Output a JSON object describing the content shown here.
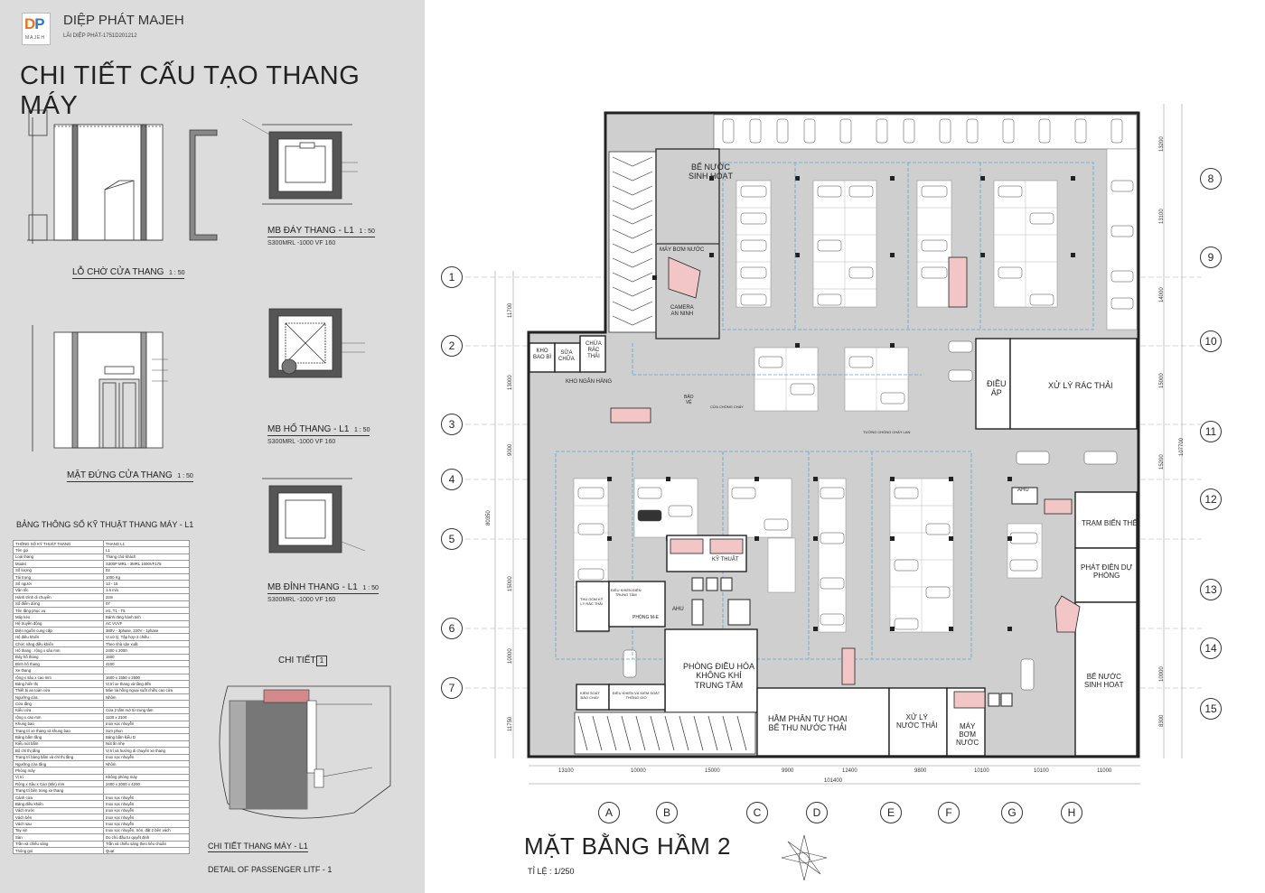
{
  "brand": {
    "logo": "DP",
    "logo_sub": "MAJEH",
    "name": "DIỆP PHÁT MAJEH",
    "subtitle": "LÃI DIỆP PHÁT-1751D201212"
  },
  "main_title": "CHI TIẾT CẤU TẠO THANG MÁY",
  "drawings": {
    "lo_cho": "LỖ CHỜ CỬA THANG",
    "lo_cho_scale": "1 : 50",
    "mat_dung": "MẶT ĐỨNG CỬA THANG",
    "mat_dung_scale": "1 : 50",
    "day": "MB ĐÁY THANG - L1",
    "day_scale": "1 : 50",
    "day_sub": "S300MRL -1000 VF 160",
    "ho": "MB HỐ THANG - L1",
    "ho_scale": "1 : 50",
    "ho_sub": "S300MRL -1000 VF 160",
    "dinh": "MB ĐỈNH THANG - L1",
    "dinh_scale": "1 : 50",
    "dinh_sub": "S300MRL -1000 VF 160",
    "chi_tiet": "CHI TIẾT",
    "chi_tiet_no": "1",
    "chi_tiet_caption": "CHI TIẾT THANG MÁY - L1",
    "chi_tiet_caption_en": "DETAIL OF PASSENGER LITF - 1"
  },
  "spec": {
    "title": "BẢNG THÔNG SỐ KỸ THUẬT THANG MÁY - L1",
    "rows": [
      [
        "THÔNG SỐ KỸ THUẬT THANG",
        "THANG L1"
      ],
      [
        "Tên gọi",
        "L1"
      ],
      [
        "Loại thang",
        "Thang chở khách"
      ],
      [
        "Model",
        "S300P MRL - 3MRL 1000VF175"
      ],
      [
        "Số lượng",
        "02"
      ],
      [
        "Tải trọng",
        "1000 Kg"
      ],
      [
        "Số người",
        "13 - 15"
      ],
      [
        "Vận tốc",
        "1.6 m/s"
      ],
      [
        "Hành trình di chuyển",
        "22m"
      ],
      [
        "Số điểm dừng",
        "07"
      ],
      [
        "Tên tầng phục vụ",
        "H1, T1 - T5"
      ],
      [
        "Máy kéo",
        "Bánh răng hành tinh"
      ],
      [
        "Hệ truyền động",
        "AC VVVF"
      ],
      [
        "Điện nguồn cung cấp",
        "380V - 3phase, 220V - 1phase"
      ],
      [
        "Hệ điều khiển",
        "Vi xử lý, Tập hợp 2 chiều"
      ],
      [
        "Chức năng điều khiển",
        "Theo nhà sản xuất"
      ],
      [
        "Hố thang : rộng x sâu     mm",
        "2400 x 2000"
      ],
      [
        "Đáy hố thang",
        "1500"
      ],
      [
        "Đỉnh hố thang",
        "4100"
      ],
      [
        "Xe thang",
        ""
      ],
      [
        "rộng x sâu x cao          mm",
        "1600 x 1550 x 2500"
      ],
      [
        "Bảng hiển thị",
        "Vị trí xe thang và tầng đến"
      ],
      [
        "Thiết bị an toàn cửa",
        "Màn tia hồng ngoại suốt chiều cao cửa"
      ],
      [
        "Ngưỡng cửa",
        "Nhôm"
      ],
      [
        "Cửa tầng",
        ""
      ],
      [
        "Kiểu cửa",
        "Cửa 2 tấm mở từ trung tâm"
      ],
      [
        "rộng x cao               mm",
        "1100 x 2100"
      ],
      [
        "Khung bao",
        "Inox sọc nhuyễn"
      ],
      [
        "Trang trí xe thang và khung bao",
        "Sơn phun"
      ],
      [
        "Bảng bấm tầng",
        "Bảng bấm kiểu D"
      ],
      [
        "Kiểu nút bấm",
        "Nút ấn nhẹ"
      ],
      [
        "Bộ chỉ thị tầng",
        "Vị trí và hướng di chuyển xe thang"
      ],
      [
        "Trang trí bảng bấm và chỉ thị tầng",
        "Inox sọc nhuyễn"
      ],
      [
        "Ngưỡng cửa tầng",
        "Nhôm"
      ],
      [
        "Phòng máy",
        ""
      ],
      [
        "Vị trí",
        "Không phòng máy"
      ],
      [
        "Rộng x Sâu x Cao (Min)    mm",
        "2400 x 2000 x 4200"
      ],
      [
        "Trang trí bên trong xe thang",
        ""
      ],
      [
        "Cánh cửa",
        "Inox sọc nhuyễn"
      ],
      [
        "Bảng điều khiển",
        "Inox sọc nhuyễn"
      ],
      [
        "Vách trước",
        "Inox sọc nhuyễn"
      ],
      [
        "Vách bên",
        "Inox sọc nhuyễn"
      ],
      [
        "Vách sau",
        "Inox sọc nhuyễn"
      ],
      [
        "Tay vịn",
        "Inox sọc nhuyễn, tròn, đặt 2 bên vách"
      ],
      [
        "Sàn",
        "Do chủ đầu tư quyết định"
      ],
      [
        "Trần và chiếu sáng",
        "Trần và chiếu sáng theo tiêu chuẩn"
      ],
      [
        "Thông gió",
        "Quạt"
      ]
    ]
  },
  "plan": {
    "title": "MẶT BẰNG HẦM 2",
    "scale": "TỈ LỆ :  1/250",
    "grid_left": [
      "1",
      "2",
      "3",
      "4",
      "5",
      "6",
      "7"
    ],
    "grid_right": [
      "8",
      "9",
      "10",
      "11",
      "12",
      "13",
      "14",
      "15"
    ],
    "grid_bottom": [
      "A",
      "B",
      "C",
      "D",
      "E",
      "F",
      "G",
      "H"
    ],
    "dims_bottom": [
      "13100",
      "10000",
      "15000",
      "9900",
      "12400",
      "9800",
      "10100",
      "10100",
      "11000"
    ],
    "dim_total": "101400",
    "dims_left": [
      "11700",
      "13000",
      "9000",
      "15000",
      "10000",
      "11750"
    ],
    "dim_left_total": "80350",
    "dims_right": [
      "13200",
      "13100",
      "14000",
      "15000",
      "15200",
      "10000",
      "8300"
    ],
    "dim_right_total": "107700",
    "rooms": {
      "be_nuoc_top": "BỂ NƯỚC\nSINH HOẠT",
      "may_bom_top": "MÁY BƠM NƯỚC",
      "camera": "CAMERA\nAN NINH",
      "kho_bao_bi": "KHO\nBAO BÌ",
      "sua_chua": "SỬA\nCHỮA",
      "chua_rac": "CHỨA\nRÁC\nTHẢI",
      "kho_ngan_hang": "KHO NGÂN HÀNG",
      "bao_ve": "BẢO\nVỆ",
      "dieu_ap": "ĐIỀU\nÁP",
      "xu_ly_rac": "XỬ LÝ RÁC THẢI",
      "ahu_right": "AHU",
      "tram_bien_the": "TRẠM BIẾN THẾ",
      "phat_dien": "PHÁT ĐIỆN DỰ\nPHÒNG",
      "be_nuoc_right": "BỂ NƯỚC\nSINH HOẠT",
      "ky_thuat": "KỸ THUẬT",
      "thu_gom": "THU GOM KỸ\nLÝ RÁC THẢI",
      "dieu_khien_dien": "ĐIỀU KHIỂN ĐIỆN\nTRUNG TÂM",
      "phong_me": "PHÒNG M-E",
      "ahu_mid": "AHU",
      "phong_dieu_hoa": "PHÒNG ĐIỀU HÒA\nKHÔNG KHÍ\nTRUNG TÂM",
      "kiem_soat": "KIỂM SOÁT\nBÁO CHÁY",
      "dieu_khien_thong_gio": "ĐIỀU KHIỂN VÀ KIỂM SOÁT\nTHÔNG GIÓ",
      "ham_phan": "HẦM PHÂN TỰ HOẠI\nBỂ THU NƯỚC THẢI",
      "xu_ly_nuoc": "XỬ LÝ\nNƯỚC THẢI",
      "may_bom_bottom": "MÁY\nBƠM\nNƯỚC",
      "cua_chong_chay": "CỬA CHỐNG CHÁY",
      "tuong_chong_chay": "TƯỜNG CHỐNG CHÁY LAN"
    }
  }
}
